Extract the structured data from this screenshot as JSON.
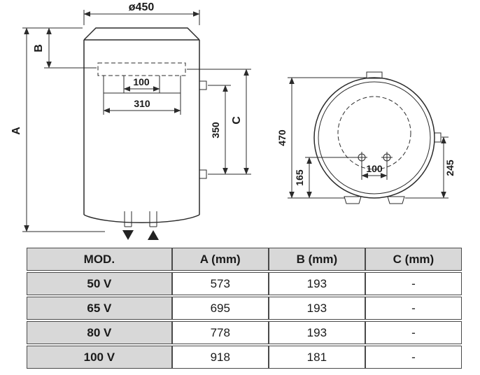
{
  "front_view": {
    "diameter": "ø450",
    "height_label": "A",
    "bracket_top_label": "B",
    "hole_spacing": "100",
    "bracket_width": "310",
    "connection_spacing": "350",
    "connection_label": "C"
  },
  "side_view": {
    "diameter": "470",
    "connection_height": "165",
    "connection_spacing": "100",
    "bracket_height": "245"
  },
  "table": {
    "headers": [
      "MOD.",
      "A (mm)",
      "B (mm)",
      "C (mm)"
    ],
    "rows": [
      [
        "50 V",
        "573",
        "193",
        "-"
      ],
      [
        "65 V",
        "695",
        "193",
        "-"
      ],
      [
        "80 V",
        "778",
        "193",
        "-"
      ],
      [
        "100 V",
        "918",
        "181",
        "-"
      ]
    ]
  }
}
